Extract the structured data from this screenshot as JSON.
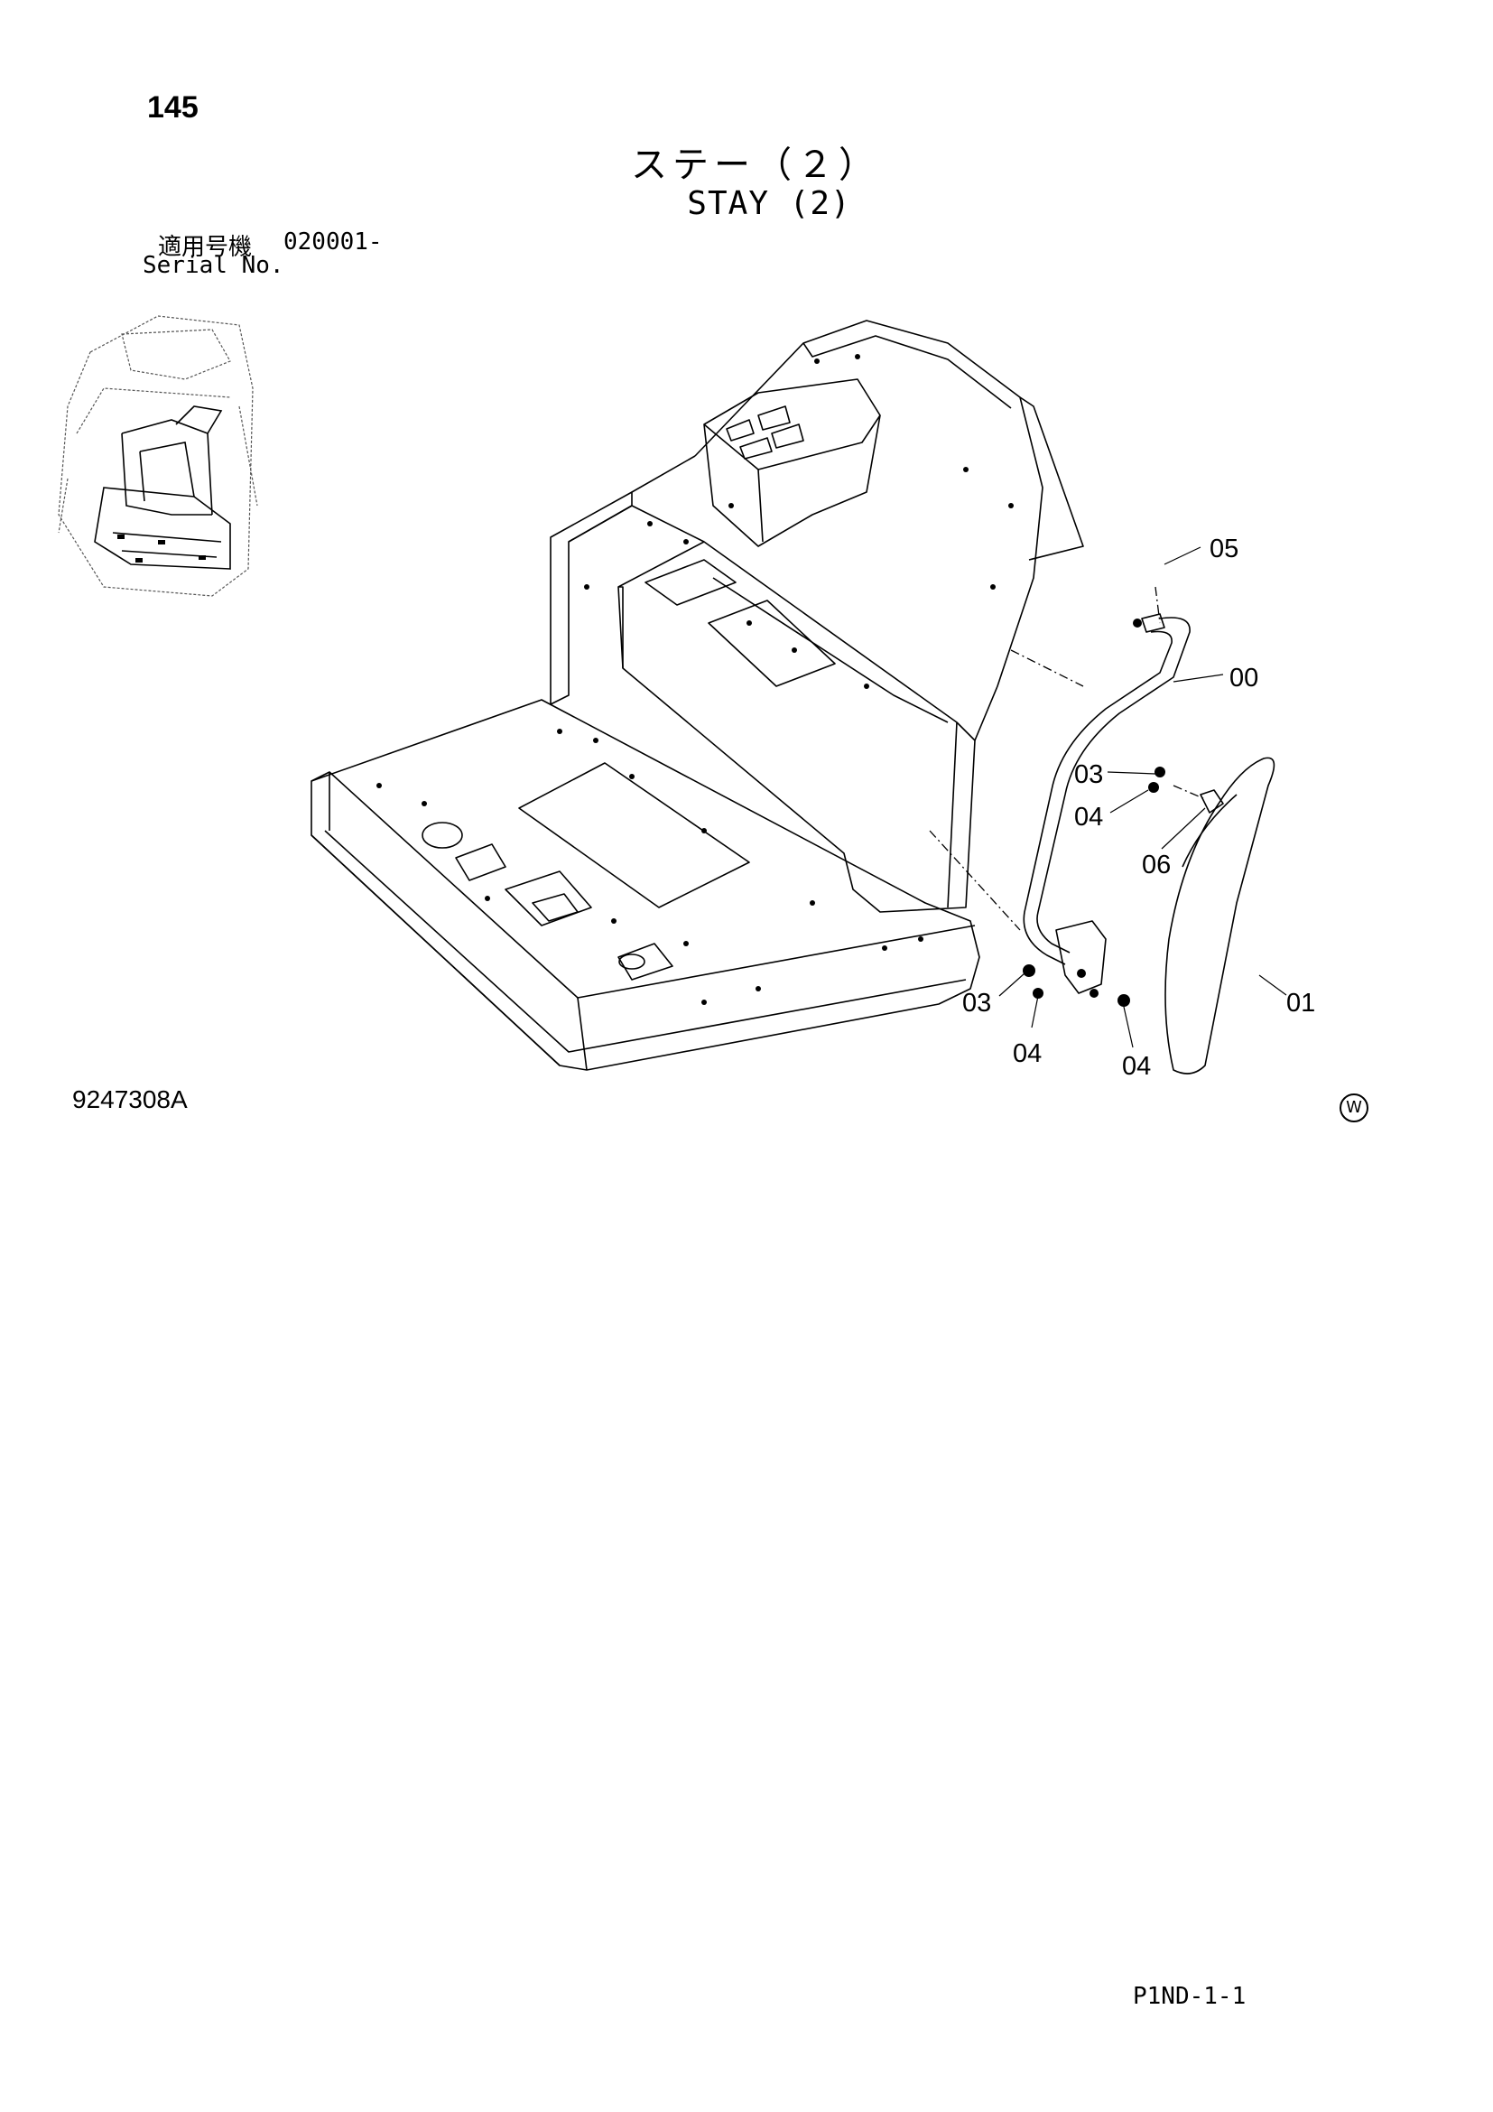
{
  "page": {
    "number": "145",
    "title_jp": "ステー（２）",
    "title_en": "STAY (2)",
    "serial_label_jp": "適用号機",
    "serial_value": "020001-",
    "serial_label_en": "Serial No.",
    "drawing_number": "9247308A",
    "mark": "W",
    "page_code": "P1ND-1-1"
  },
  "callouts": [
    {
      "label": "05"
    },
    {
      "label": "00"
    },
    {
      "label": "03"
    },
    {
      "label": "04"
    },
    {
      "label": "06"
    },
    {
      "label": "01"
    },
    {
      "label": "03"
    },
    {
      "label": "04"
    },
    {
      "label": "04"
    }
  ],
  "colors": {
    "ink": "#000000",
    "paper": "#ffffff"
  }
}
